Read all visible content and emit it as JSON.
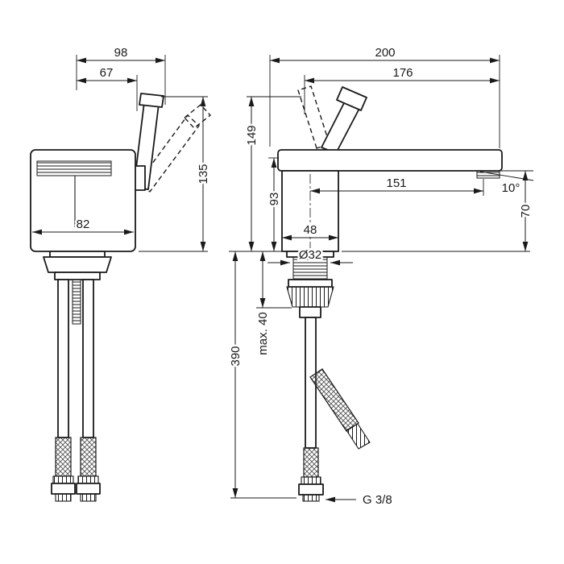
{
  "colors": {
    "line": "#1a1a1a",
    "background": "#ffffff"
  },
  "labels": {
    "left_total_width": "98",
    "left_handle_width": "67",
    "left_height": "135",
    "left_body_width": "82",
    "right_total_depth": "200",
    "right_spout_depth": "176",
    "right_total_height": "149",
    "right_spout_height": "93",
    "spout_reach": "151",
    "spout_angle": "10°",
    "spout_clearance": "70",
    "base_depth": "48",
    "hole_diameter": "Ø32",
    "max_mounting_thickness": "max. 40",
    "hose_length": "390",
    "thread_size": "G 3/8"
  }
}
